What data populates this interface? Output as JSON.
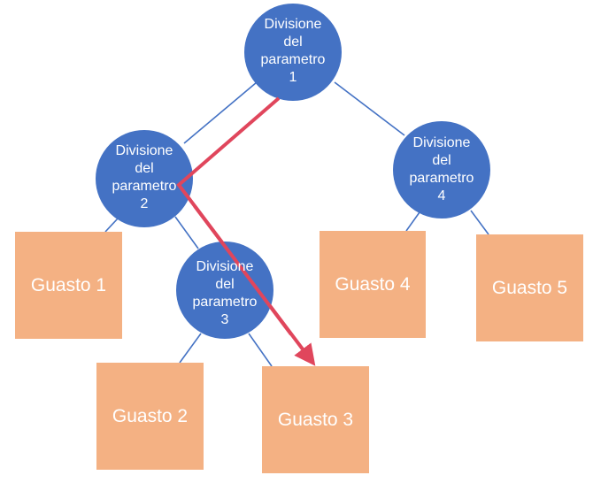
{
  "colors": {
    "decision_node": "#4472c4",
    "leaf_node": "#f4b183",
    "edge": "#4472c4",
    "path": "#e0465c",
    "text": "#ffffff"
  },
  "decision_nodes": [
    {
      "id": "split-1",
      "lines": [
        "Divisione",
        "del",
        "parametro",
        "1"
      ]
    },
    {
      "id": "split-2",
      "lines": [
        "Divisione",
        "del",
        "parametro",
        "2"
      ]
    },
    {
      "id": "split-3",
      "lines": [
        "Divisione",
        "del",
        "parametro",
        "3"
      ]
    },
    {
      "id": "split-4",
      "lines": [
        "Divisione",
        "del",
        "parametro",
        "4"
      ]
    }
  ],
  "leaf_nodes": [
    {
      "id": "fault-1",
      "label": "Guasto 1"
    },
    {
      "id": "fault-2",
      "label": "Guasto 2"
    },
    {
      "id": "fault-3",
      "label": "Guasto 3"
    },
    {
      "id": "fault-4",
      "label": "Guasto 4"
    },
    {
      "id": "fault-5",
      "label": "Guasto 5"
    }
  ],
  "edges": [
    {
      "from": "split-1",
      "to": "split-2"
    },
    {
      "from": "split-1",
      "to": "split-4"
    },
    {
      "from": "split-2",
      "to": "fault-1"
    },
    {
      "from": "split-2",
      "to": "split-3"
    },
    {
      "from": "split-3",
      "to": "fault-2"
    },
    {
      "from": "split-3",
      "to": "fault-3"
    },
    {
      "from": "split-4",
      "to": "fault-4"
    },
    {
      "from": "split-4",
      "to": "fault-5"
    }
  ],
  "highlighted_path": [
    "split-1",
    "split-2",
    "fault-3"
  ]
}
